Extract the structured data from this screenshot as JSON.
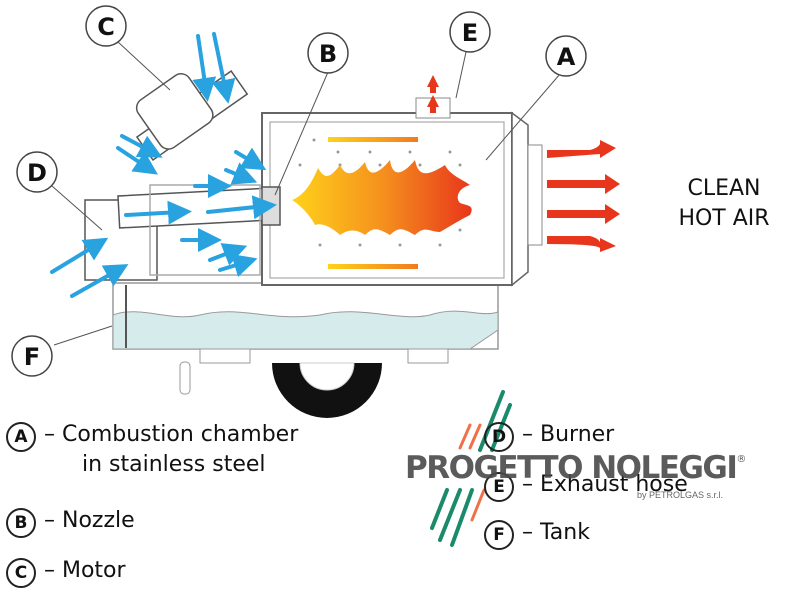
{
  "callouts": [
    "A",
    "B",
    "C",
    "D",
    "E",
    "F"
  ],
  "output_label": [
    "CLEAN",
    "HOT AIR"
  ],
  "legend": [
    {
      "key": "A",
      "text": "– Combustion chamber",
      "text2": "in stainless steel"
    },
    {
      "key": "B",
      "text": "– Nozzle"
    },
    {
      "key": "C",
      "text": "– Motor"
    },
    {
      "key": "D",
      "text": "– Burner"
    },
    {
      "key": "E",
      "text": "– Exhaust hose"
    },
    {
      "key": "F",
      "text": "– Tank"
    }
  ],
  "watermark": {
    "name": "PROGETTO NOLEGGI",
    "registered": "®",
    "sub": "by PETROLGAS s.r.l."
  },
  "colors": {
    "air_flow": "#29a3e0",
    "hot_air": "#e8361c",
    "flame_start": "#ffd21a",
    "flame_end": "#e8361c",
    "tank_fuel": "#d6ebeb",
    "logo_green": "#1a8a6a",
    "logo_orange": "#f07048"
  }
}
